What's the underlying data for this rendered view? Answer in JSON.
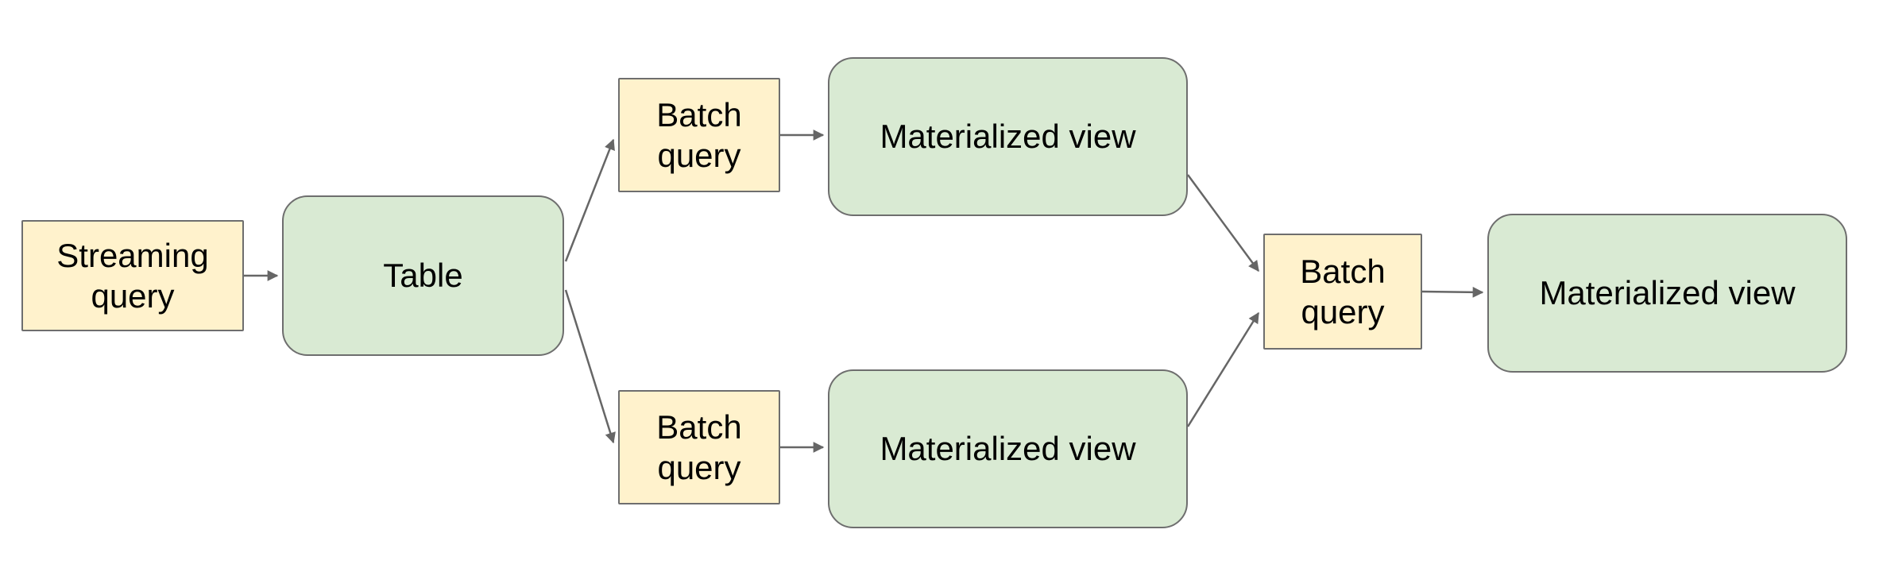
{
  "diagram": {
    "nodes": [
      {
        "id": "streaming-query",
        "label": "Streaming query",
        "kind": "query"
      },
      {
        "id": "table",
        "label": "Table",
        "kind": "view"
      },
      {
        "id": "batch-query-top",
        "label": "Batch query",
        "kind": "query"
      },
      {
        "id": "materialized-view-top",
        "label": "Materialized view",
        "kind": "view"
      },
      {
        "id": "batch-query-bottom",
        "label": "Batch query",
        "kind": "query"
      },
      {
        "id": "materialized-view-bottom",
        "label": "Materialized view",
        "kind": "view"
      },
      {
        "id": "batch-query-final",
        "label": "Batch query",
        "kind": "query"
      },
      {
        "id": "materialized-view-final",
        "label": "Materialized view",
        "kind": "view"
      }
    ],
    "edges": [
      {
        "from": "streaming-query",
        "to": "table"
      },
      {
        "from": "table",
        "to": "batch-query-top"
      },
      {
        "from": "table",
        "to": "batch-query-bottom"
      },
      {
        "from": "batch-query-top",
        "to": "materialized-view-top"
      },
      {
        "from": "batch-query-bottom",
        "to": "materialized-view-bottom"
      },
      {
        "from": "materialized-view-top",
        "to": "batch-query-final"
      },
      {
        "from": "materialized-view-bottom",
        "to": "batch-query-final"
      },
      {
        "from": "batch-query-final",
        "to": "materialized-view-final"
      }
    ],
    "colors": {
      "query_fill": "#fff2cc",
      "view_fill": "#d9ead3",
      "border": "#6e6e6e",
      "arrow": "#666666",
      "text": "#000000",
      "background": "#ffffff"
    }
  }
}
